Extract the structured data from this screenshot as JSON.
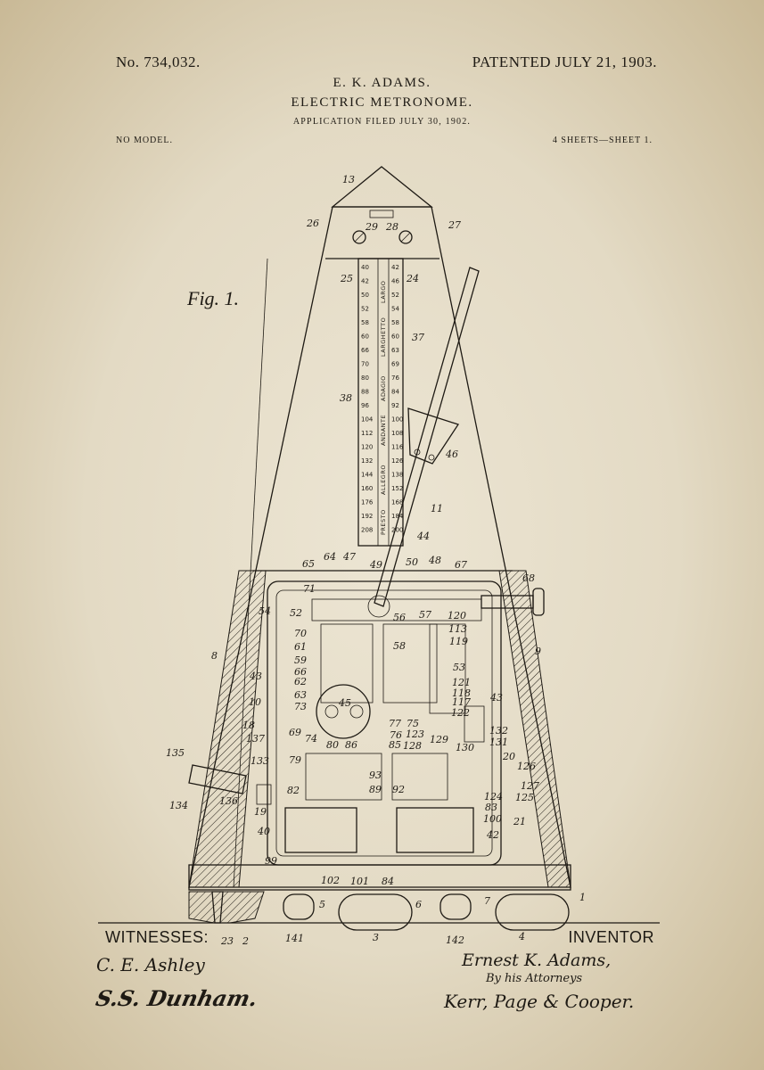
{
  "header": {
    "patent_number": "No. 734,032.",
    "patent_date": "PATENTED JULY 21, 1903.",
    "inventor_name": "E. K. ADAMS.",
    "title": "ELECTRIC METRONOME.",
    "filed": "APPLICATION FILED JULY 30, 1902.",
    "model": "NO MODEL.",
    "sheet": "4 SHEETS—SHEET 1."
  },
  "figure_label": "Fig. 1.",
  "footer": {
    "witnesses_label": "WITNESSES:",
    "inventor_label": "INVENTOR"
  },
  "signatures": {
    "witness_1": "C. E. Ashley",
    "witness_2": "S.S. Dunham.",
    "inventor": "Ernest K. Adams,",
    "by_attorneys": "By his Attorneys",
    "attorneys": "Kerr, Page & Cooper."
  },
  "scale": {
    "left_numbers": [
      "40",
      "42",
      "50",
      "52",
      "58",
      "60",
      "66",
      "70",
      "80",
      "88",
      "96",
      "104",
      "112",
      "120",
      "132",
      "144",
      "160",
      "176",
      "192",
      "208"
    ],
    "right_numbers": [
      "42",
      "46",
      "52",
      "54",
      "58",
      "60",
      "63",
      "69",
      "76",
      "84",
      "92",
      "100",
      "108",
      "116",
      "126",
      "138",
      "152",
      "168",
      "184",
      "200"
    ],
    "tempo_words": [
      "LARGO",
      "LARGHETTO",
      "ADAGIO",
      "ANDANTE",
      "ALLEGRO",
      "PRESTO"
    ]
  },
  "reference_numerals": [
    "13",
    "26",
    "27",
    "29",
    "28",
    "25",
    "24",
    "37",
    "38",
    "46",
    "11",
    "44",
    "64",
    "47",
    "49",
    "50",
    "48",
    "65",
    "67",
    "68",
    "71",
    "54",
    "52",
    "70",
    "61",
    "59",
    "66",
    "62",
    "63",
    "73",
    "45",
    "56",
    "57",
    "58",
    "120",
    "113",
    "119",
    "53",
    "121",
    "118",
    "117",
    "122",
    "43",
    "43",
    "9",
    "8",
    "10",
    "18",
    "137",
    "135",
    "133",
    "134",
    "136",
    "19",
    "40",
    "69",
    "74",
    "80",
    "86",
    "77",
    "76",
    "75",
    "123",
    "128",
    "85",
    "129",
    "130",
    "132",
    "131",
    "79",
    "82",
    "93",
    "89",
    "92",
    "124",
    "83",
    "100",
    "20",
    "126",
    "127",
    "125",
    "21",
    "42",
    "99",
    "102",
    "101",
    "84",
    "5",
    "6",
    "7",
    "1",
    "23",
    "2",
    "141",
    "3",
    "142",
    "4"
  ]
}
